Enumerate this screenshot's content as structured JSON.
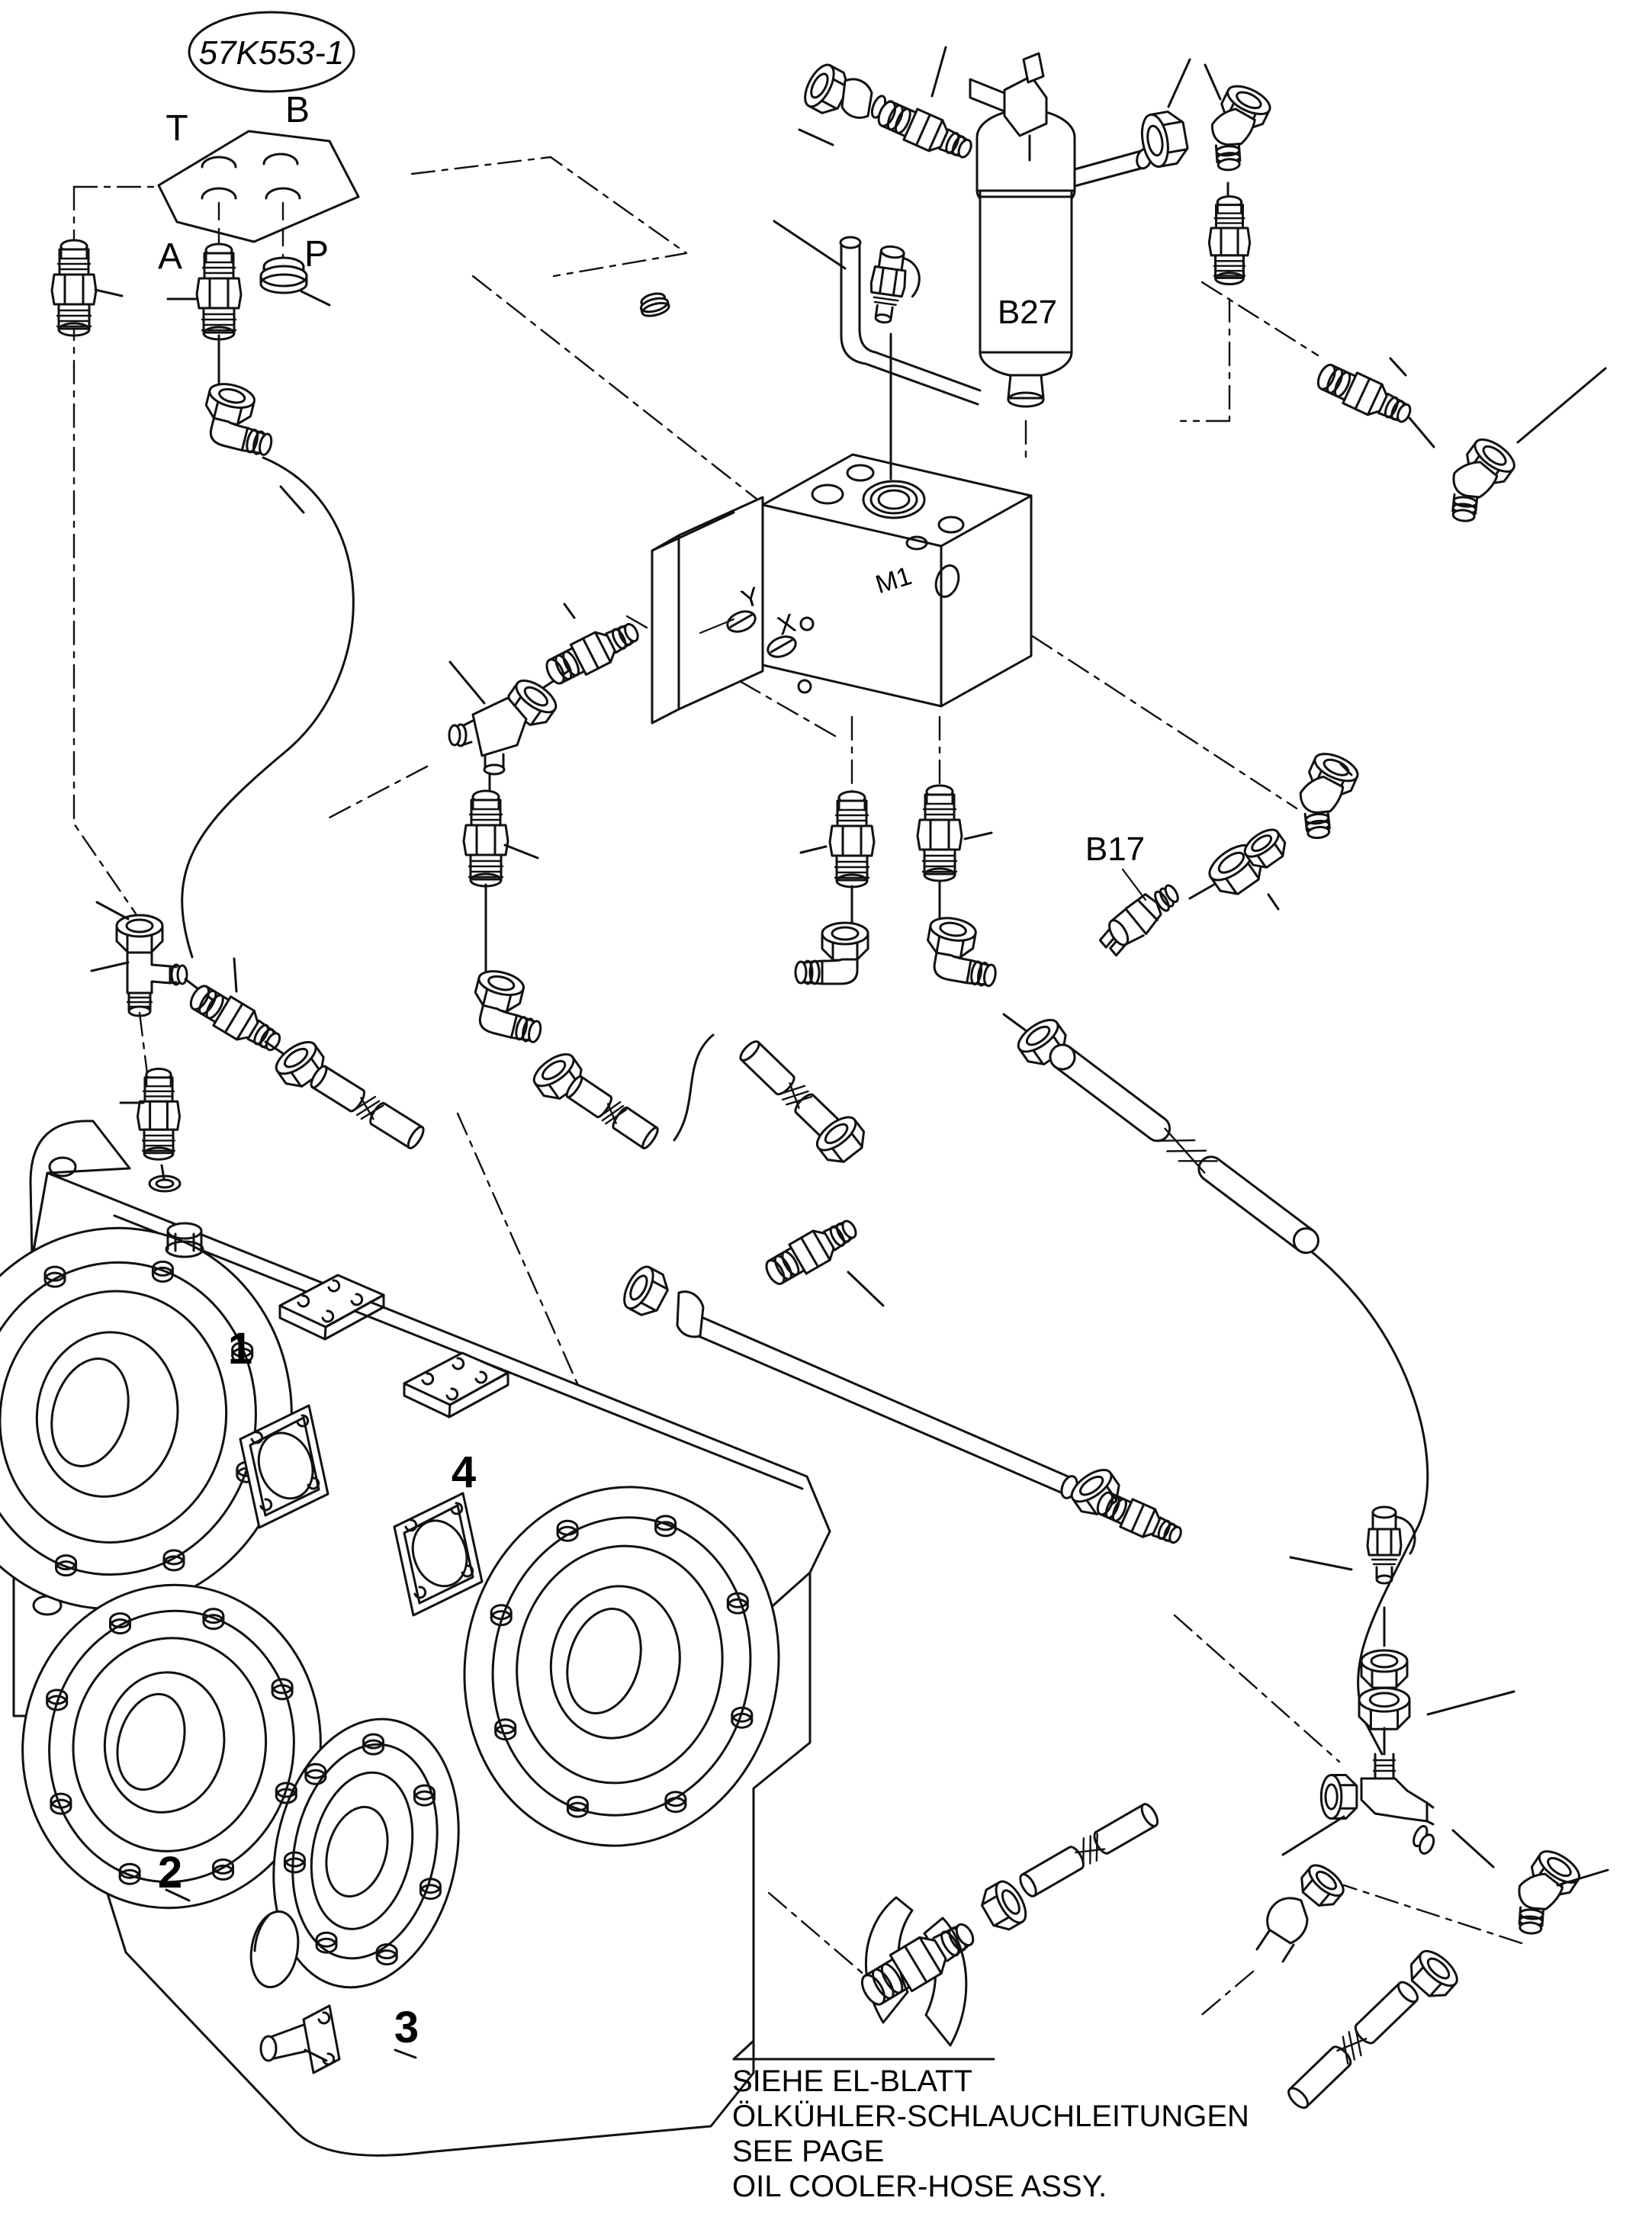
{
  "colors": {
    "line": "#111111",
    "background": "#ffffff"
  },
  "bubble": {
    "code": "57K553-1"
  },
  "plate": {
    "t": "T",
    "b": "B",
    "a": "A",
    "p": "P"
  },
  "block": {
    "m1": "M1",
    "x": "X",
    "y": "Y"
  },
  "parts": {
    "filter": "B27",
    "sensor": "B17"
  },
  "callouts": {
    "c1": "1",
    "c2": "2",
    "c3": "3",
    "c4": "4"
  },
  "note": {
    "line1": "SIEHE EL-BLATT",
    "line2": "ÖLKÜHLER-SCHLAUCHLEITUNGEN",
    "line3": "SEE PAGE",
    "line4": "OIL COOLER-HOSE ASSY."
  }
}
